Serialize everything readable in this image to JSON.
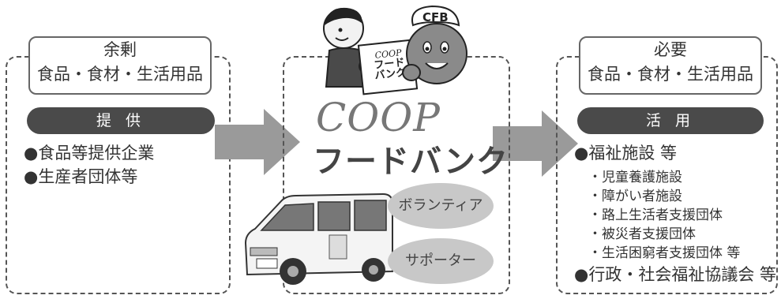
{
  "left": {
    "header_line1": "余剰",
    "header_line2": "食品・食材・生活用品",
    "pill": "提 供",
    "bullets": [
      "●食品等提供企業",
      "●生産者団体等"
    ]
  },
  "center": {
    "cfb_label": "CFB",
    "box_line1": "COOP",
    "box_line2": "フード",
    "box_line3": "バンク",
    "logo_coop": "COOP",
    "logo_foodbank": "フードバンク",
    "volunteer": "ボランティア",
    "supporter": "サポーター"
  },
  "right": {
    "header_line1": "必要",
    "header_line2": "食品・食材・生活用品",
    "pill": "活 用",
    "bullet1": "●福祉施設 等",
    "subs": [
      "・児童養護施設",
      "・障がい者施設",
      "・路上生活者支援団体",
      "・被災者支援団体",
      "・生活困窮者支援団体 等"
    ],
    "bullet2": "●行政・社会福祉協議会 等"
  }
}
